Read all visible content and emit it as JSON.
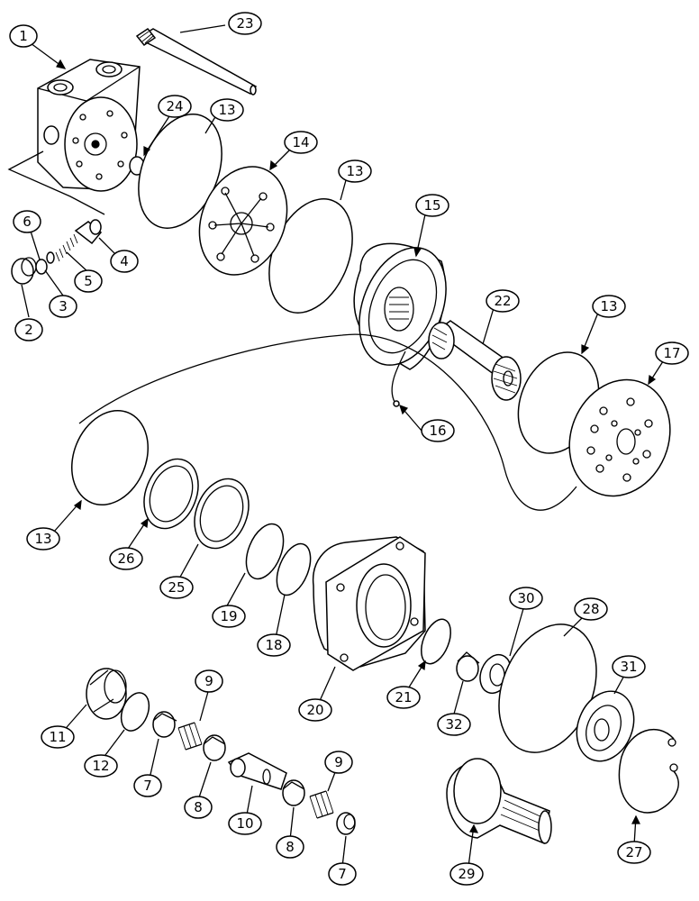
{
  "diagram": {
    "callouts": [
      {
        "id": "c1",
        "label": "1"
      },
      {
        "id": "c2",
        "label": "2"
      },
      {
        "id": "c3",
        "label": "3"
      },
      {
        "id": "c4",
        "label": "4"
      },
      {
        "id": "c5",
        "label": "5"
      },
      {
        "id": "c6",
        "label": "6"
      },
      {
        "id": "c7a",
        "label": "7"
      },
      {
        "id": "c7b",
        "label": "7"
      },
      {
        "id": "c8a",
        "label": "8"
      },
      {
        "id": "c8b",
        "label": "8"
      },
      {
        "id": "c9a",
        "label": "9"
      },
      {
        "id": "c9b",
        "label": "9"
      },
      {
        "id": "c10",
        "label": "10"
      },
      {
        "id": "c11",
        "label": "11"
      },
      {
        "id": "c12",
        "label": "12"
      },
      {
        "id": "c13a",
        "label": "13"
      },
      {
        "id": "c13b",
        "label": "13"
      },
      {
        "id": "c13c",
        "label": "13"
      },
      {
        "id": "c13d",
        "label": "13"
      },
      {
        "id": "c14",
        "label": "14"
      },
      {
        "id": "c15",
        "label": "15"
      },
      {
        "id": "c16",
        "label": "16"
      },
      {
        "id": "c17",
        "label": "17"
      },
      {
        "id": "c18",
        "label": "18"
      },
      {
        "id": "c19",
        "label": "19"
      },
      {
        "id": "c20",
        "label": "20"
      },
      {
        "id": "c21",
        "label": "21"
      },
      {
        "id": "c22",
        "label": "22"
      },
      {
        "id": "c23",
        "label": "23"
      },
      {
        "id": "c24",
        "label": "24"
      },
      {
        "id": "c25",
        "label": "25"
      },
      {
        "id": "c26",
        "label": "26"
      },
      {
        "id": "c27",
        "label": "27"
      },
      {
        "id": "c28",
        "label": "28"
      },
      {
        "id": "c29",
        "label": "29"
      },
      {
        "id": "c30",
        "label": "30"
      },
      {
        "id": "c31",
        "label": "31"
      },
      {
        "id": "c32",
        "label": "32"
      }
    ]
  }
}
